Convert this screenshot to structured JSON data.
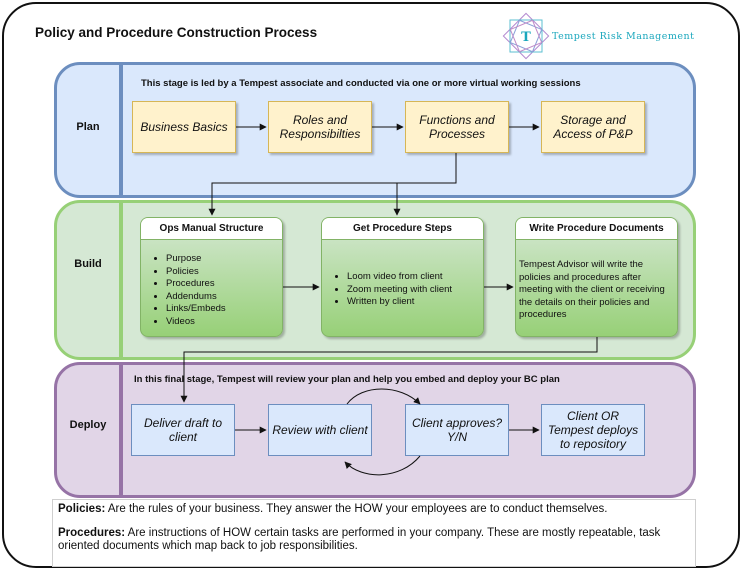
{
  "title": "Policy and Procedure Construction Process",
  "logo": {
    "letter": "T",
    "name": "Tempest Risk Management"
  },
  "colors": {
    "plan_fill": "#dae8fc",
    "plan_border": "#6c8ebf",
    "build_fill": "#d5e8d4",
    "build_border": "#97d077",
    "deploy_fill": "#e1d5e7",
    "deploy_border": "#9673a6",
    "accent": "#1aa7bd"
  },
  "plan": {
    "label": "Plan",
    "note": "This stage is led by a Tempest associate and conducted via one or more virtual working sessions",
    "steps": [
      "Business Basics",
      "Roles and Responsibilties",
      "Functions and Processes",
      "Storage and Access of P&P"
    ]
  },
  "build": {
    "label": "Build",
    "cards": [
      {
        "title": "Ops Manual Structure",
        "items": [
          "Purpose",
          "Policies",
          "Procedures",
          "Addendums",
          "Links/Embeds",
          "Videos"
        ]
      },
      {
        "title": "Get Procedure Steps",
        "items": [
          "Loom video from client",
          "Zoom meeting with client",
          "Written by client"
        ]
      },
      {
        "title": "Write Procedure Documents",
        "text": "Tempest Advisor will write the policies and procedures after meeting with the client or receiving the details on their policies and procedures"
      }
    ]
  },
  "deploy": {
    "label": "Deploy",
    "note": "In this final stage, Tempest will review your plan and help you embed and deploy your BC plan",
    "steps": [
      "Deliver draft to client",
      "Review with client",
      "Client approves? Y/N",
      "Client OR Tempest deploys to repository"
    ]
  },
  "definitions": {
    "policies_term": "Policies:",
    "policies_text": "Are the rules of your business. They answer the HOW your employees are to conduct themselves.",
    "procedures_term": "Procedures:",
    "procedures_text": "Are instructions of HOW certain tasks are performed in your company. These are mostly repeatable, task oriented documents which map back to job responsibilities."
  }
}
